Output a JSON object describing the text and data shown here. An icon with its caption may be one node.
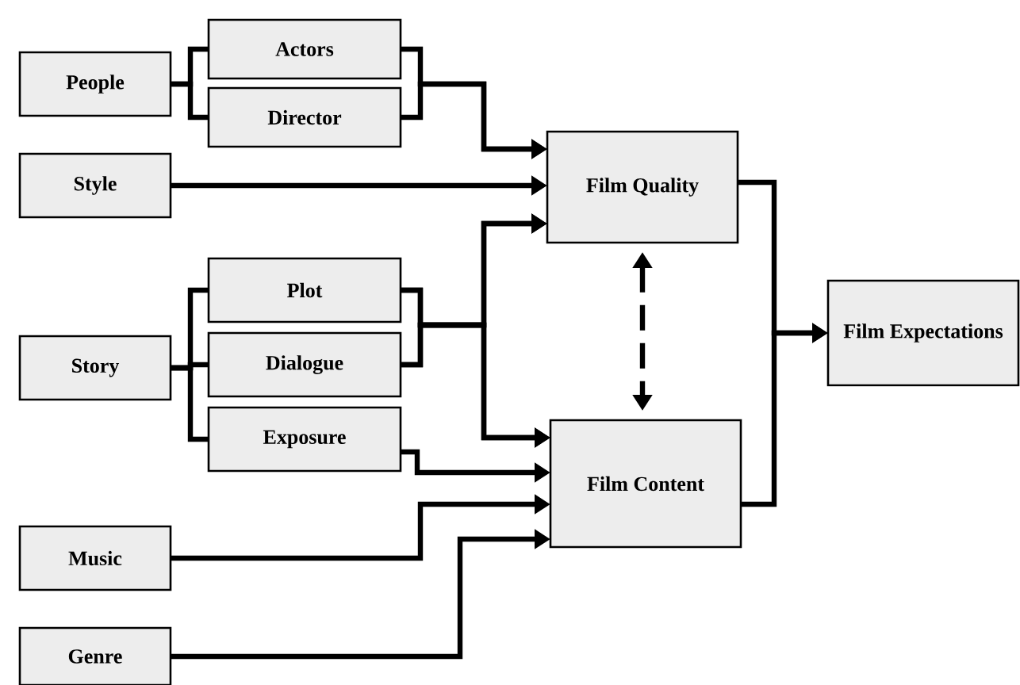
{
  "diagram": {
    "nodes": [
      {
        "text": [
          "People"
        ]
      },
      {
        "text": [
          "Actors"
        ]
      },
      {
        "text": [
          "Director"
        ]
      },
      {
        "text": [
          "Style"
        ]
      },
      {
        "text": [
          "Film Quality"
        ]
      },
      {
        "text": [
          "Plot"
        ]
      },
      {
        "text": [
          "Story"
        ]
      },
      {
        "text": [
          "Dialogue"
        ]
      },
      {
        "text": [
          "Exposure"
        ]
      },
      {
        "text": [
          "Film Content"
        ]
      },
      {
        "text": [
          "Music"
        ]
      },
      {
        "text": [
          "Genre"
        ]
      },
      {
        "text": [
          "Film Expectations"
        ]
      }
    ],
    "edges": [
      {
        "from": 0,
        "to": 1,
        "arrow": "none"
      },
      {
        "from": 0,
        "to": 2,
        "arrow": "none"
      },
      {
        "from": 1,
        "to": 4,
        "arrow": "to"
      },
      {
        "from": 2,
        "to": 4,
        "arrow": "to"
      },
      {
        "from": 3,
        "to": 4,
        "arrow": "to"
      },
      {
        "from": 6,
        "to": 5,
        "arrow": "none"
      },
      {
        "from": 6,
        "to": 7,
        "arrow": "none"
      },
      {
        "from": 6,
        "to": 8,
        "arrow": "none"
      },
      {
        "from": 5,
        "to": 4,
        "arrow": "to"
      },
      {
        "from": 7,
        "to": 4,
        "arrow": "to"
      },
      {
        "from": 5,
        "to": 9,
        "arrow": "to"
      },
      {
        "from": 7,
        "to": 9,
        "arrow": "to"
      },
      {
        "from": 8,
        "to": 9,
        "arrow": "to"
      },
      {
        "from": 10,
        "to": 9,
        "arrow": "to"
      },
      {
        "from": 11,
        "to": 9,
        "arrow": "to"
      },
      {
        "from": 4,
        "to": 9,
        "arrow": "both",
        "style": "dashed"
      },
      {
        "from": 4,
        "to": 12,
        "arrow": "to"
      },
      {
        "from": 9,
        "to": 12,
        "arrow": "to"
      }
    ]
  }
}
